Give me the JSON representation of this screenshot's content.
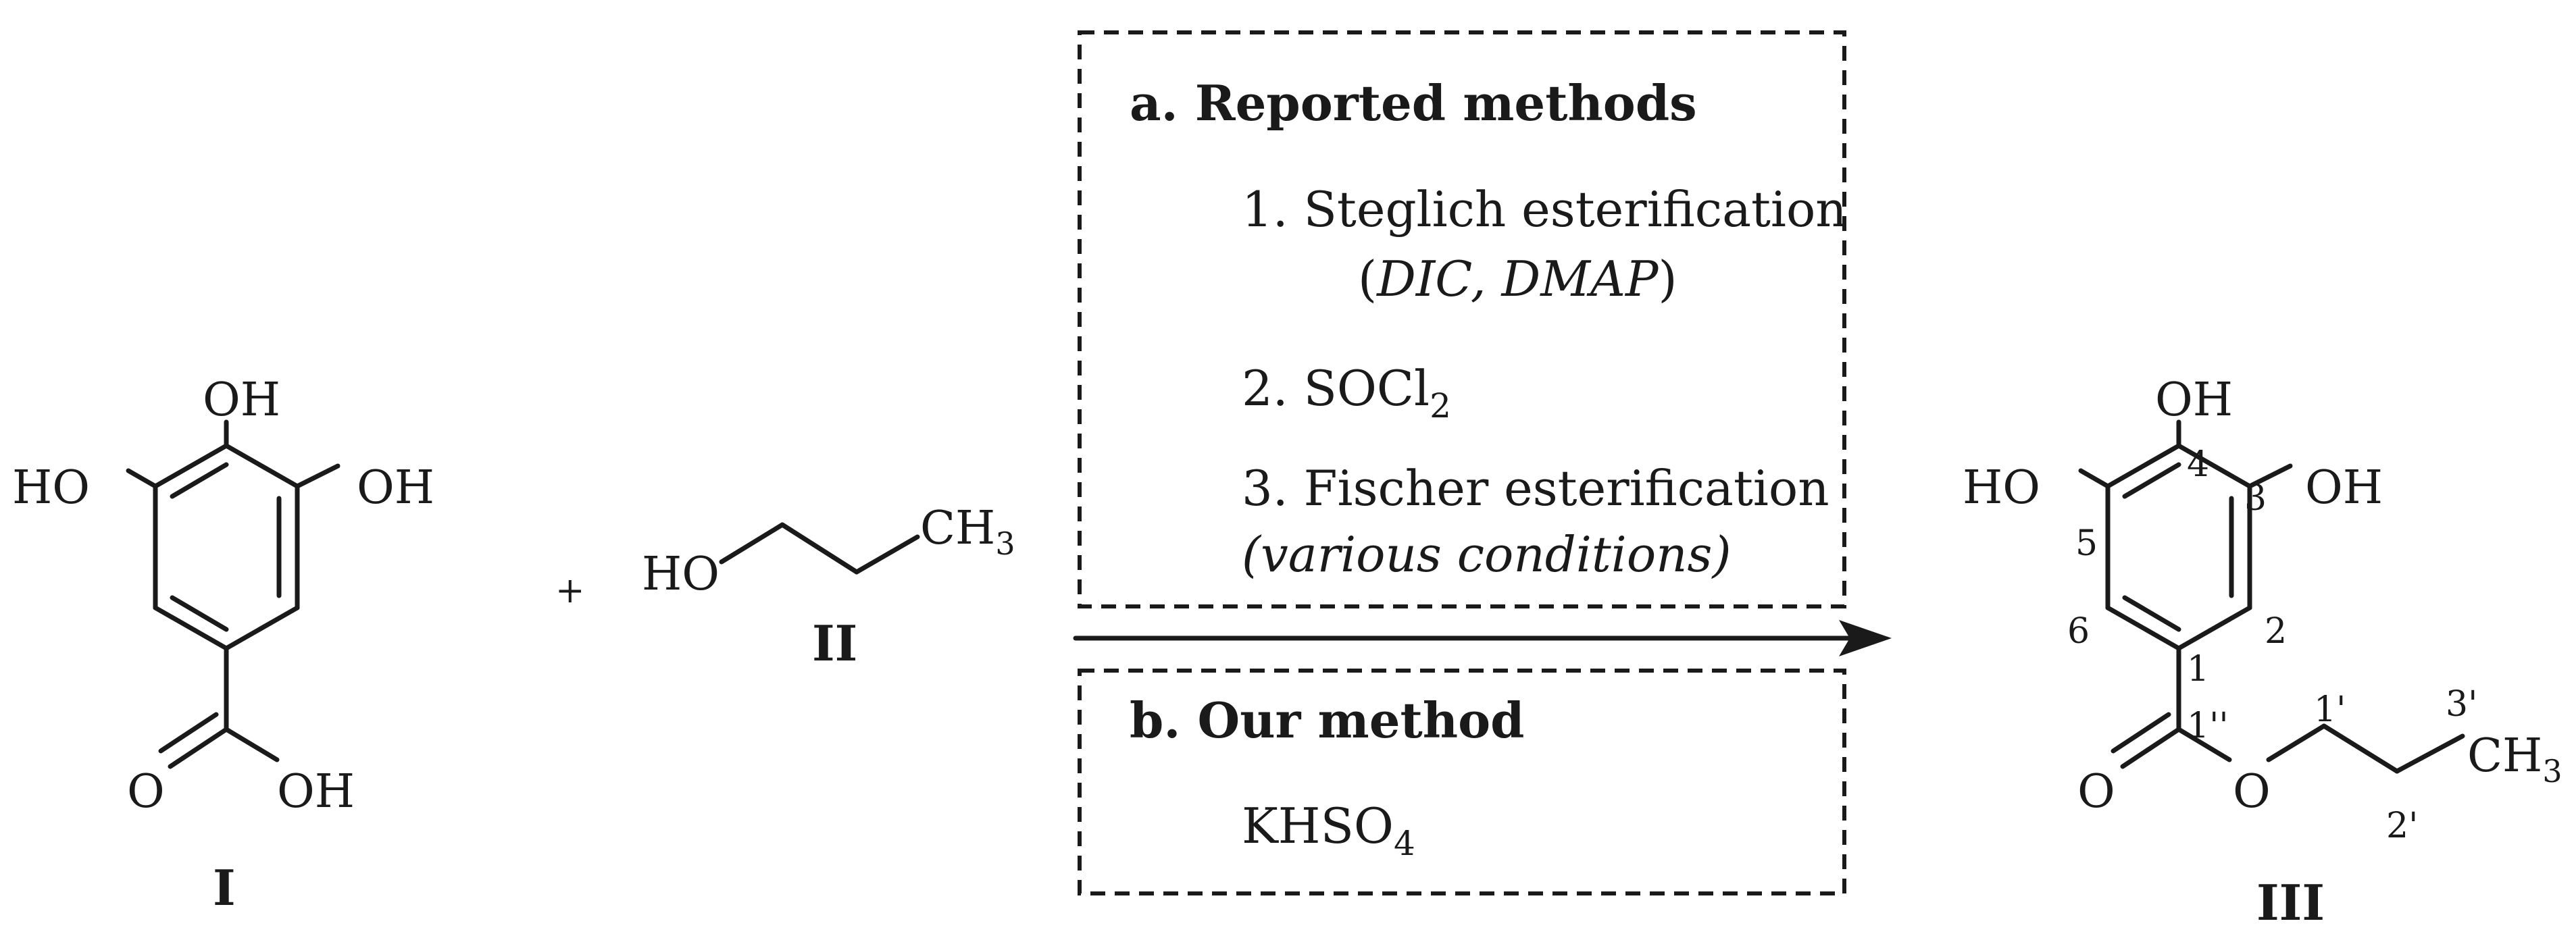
{
  "compound_I": {
    "oh_top": "OH",
    "ho_left": "HO",
    "oh_right": "OH",
    "carbonyl_o": "O",
    "acid_oh": "OH",
    "label": "I"
  },
  "plus": "+",
  "compound_II": {
    "ho": "HO",
    "ch": "CH",
    "ch_sub": "3",
    "label": "II"
  },
  "box_a": {
    "title": "a. Reported methods",
    "m1_line1": "1. Steglich esterification",
    "m1_open": "(",
    "m1_reagents": "DIC, DMAP",
    "m1_close": ")",
    "m2_main": "2. SOCl",
    "m2_sub": "2",
    "m3_line1": "3. Fischer esterification",
    "m3_line2": "(various conditions)"
  },
  "box_b": {
    "title": "b. Our method",
    "reagent_main": "KHSO",
    "reagent_sub": "4"
  },
  "compound_III": {
    "oh_top": "OH",
    "ho_left": "HO",
    "oh_right": "OH",
    "carbonyl_o": "O",
    "ester_o": "O",
    "ch": "CH",
    "ch_sub": "3",
    "label": "III",
    "atom_numbers": {
      "c4": "4",
      "c3": "3",
      "c5": "5",
      "c6": "6",
      "c2": "2",
      "c1": "1",
      "c1pp": "1''",
      "c1p": "1'",
      "c2p": "2'",
      "c3p": "3'"
    }
  }
}
